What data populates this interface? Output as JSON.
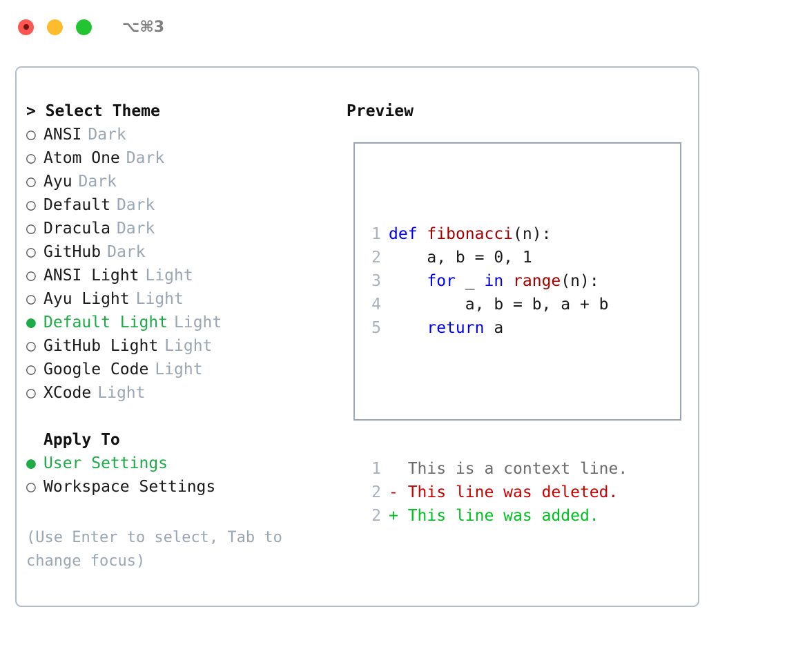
{
  "titlebar": {
    "shortcut": "⌥⌘3",
    "lights": [
      {
        "name": "close",
        "color": "#fb564f"
      },
      {
        "name": "minimize",
        "color": "#fdbc2d"
      },
      {
        "name": "maximize",
        "color": "#23c431"
      }
    ]
  },
  "theme_picker": {
    "heading": "> Select Theme",
    "selected_glyph": "●",
    "unselected_glyph": "○",
    "items": [
      {
        "label": "ANSI",
        "badge": "Dark",
        "selected": false
      },
      {
        "label": "Atom One",
        "badge": "Dark",
        "selected": false
      },
      {
        "label": "Ayu",
        "badge": "Dark",
        "selected": false
      },
      {
        "label": "Default",
        "badge": "Dark",
        "selected": false
      },
      {
        "label": "Dracula",
        "badge": "Dark",
        "selected": false
      },
      {
        "label": "GitHub",
        "badge": "Dark",
        "selected": false
      },
      {
        "label": "ANSI Light",
        "badge": "Light",
        "selected": false
      },
      {
        "label": "Ayu Light",
        "badge": "Light",
        "selected": false
      },
      {
        "label": "Default Light",
        "badge": "Light",
        "selected": true
      },
      {
        "label": "GitHub Light",
        "badge": "Light",
        "selected": false
      },
      {
        "label": "Google Code",
        "badge": "Light",
        "selected": false
      },
      {
        "label": "XCode",
        "badge": "Light",
        "selected": false
      }
    ]
  },
  "apply_to": {
    "heading": "Apply To",
    "items": [
      {
        "label": "User Settings",
        "selected": true
      },
      {
        "label": "Workspace Settings",
        "selected": false
      }
    ]
  },
  "hint": {
    "line1": "(Use Enter to select, Tab to",
    "line2": "change focus)"
  },
  "preview": {
    "title": "Preview",
    "code_lines": [
      {
        "num": "1",
        "tokens": [
          {
            "t": "def",
            "c": "kw"
          },
          {
            "t": " ",
            "c": "pl"
          },
          {
            "t": "fibonacci",
            "c": "fn"
          },
          {
            "t": "(n):",
            "c": "pl"
          }
        ]
      },
      {
        "num": "2",
        "tokens": [
          {
            "t": "    a, b = 0, 1",
            "c": "pl"
          }
        ]
      },
      {
        "num": "3",
        "tokens": [
          {
            "t": "    ",
            "c": "pl"
          },
          {
            "t": "for",
            "c": "kw"
          },
          {
            "t": " _ ",
            "c": "pl"
          },
          {
            "t": "in",
            "c": "kw"
          },
          {
            "t": " ",
            "c": "pl"
          },
          {
            "t": "range",
            "c": "fn"
          },
          {
            "t": "(n):",
            "c": "pl"
          }
        ]
      },
      {
        "num": "4",
        "tokens": [
          {
            "t": "        a, b = b, a + b",
            "c": "pl"
          }
        ]
      },
      {
        "num": "5",
        "tokens": [
          {
            "t": "    ",
            "c": "pl"
          },
          {
            "t": "return",
            "c": "kw"
          },
          {
            "t": " a",
            "c": "pl"
          }
        ]
      }
    ],
    "diff_lines": [
      {
        "num": "1",
        "marker": " ",
        "text": " This is a context line.",
        "kind": "diff-ctx"
      },
      {
        "num": "2",
        "marker": "-",
        "text": " This line was deleted.",
        "kind": "diff-del"
      },
      {
        "num": "2",
        "marker": "+",
        "text": " This line was added.",
        "kind": "diff-add"
      }
    ]
  },
  "colors": {
    "accent_green": "#1eab47",
    "badge_muted": "#9aa6b4",
    "keyword_blue": "#0000ee",
    "function_red": "#a50000",
    "diff_deleted": "#cc0000",
    "diff_added": "#00c020",
    "panel_border": "#b4bcc8"
  }
}
